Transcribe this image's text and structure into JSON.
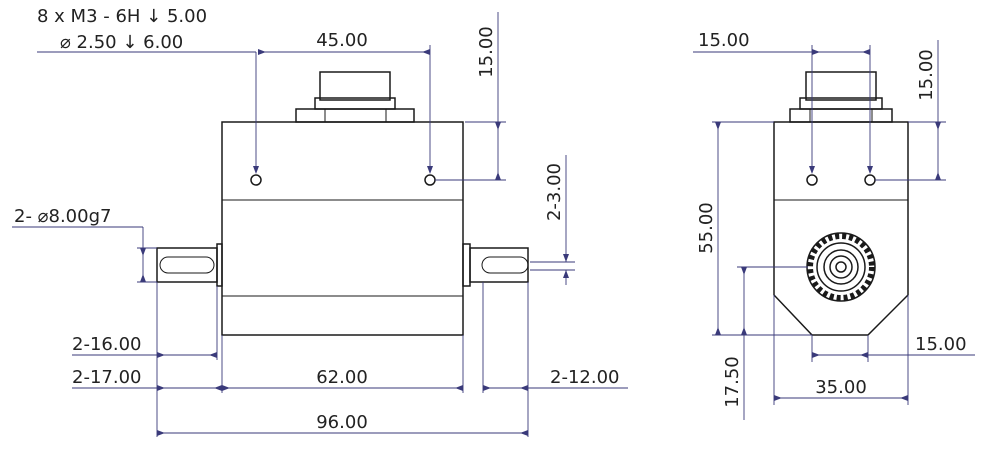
{
  "callouts": {
    "thread_line1": "8 x  M3 - 6H ↓ 5.00",
    "thread_line2": "⌀ 2.50 ↓ 6.00",
    "shaft_spec": "2- ⌀8.00g7"
  },
  "front_view": {
    "hole_spacing": "45.00",
    "connector_height": "15.00",
    "keyway": "2-3.00",
    "shaft_len_a": "2-16.00",
    "shaft_len_b": "2-17.00",
    "body_length": "62.00",
    "shaft_right": "2-12.00",
    "overall_length": "96.00"
  },
  "side_view": {
    "top_width": "15.00",
    "connector_height": "15.00",
    "total_height": "55.00",
    "center_height": "17.50",
    "bottom_width": "15.00",
    "body_width": "35.00"
  }
}
